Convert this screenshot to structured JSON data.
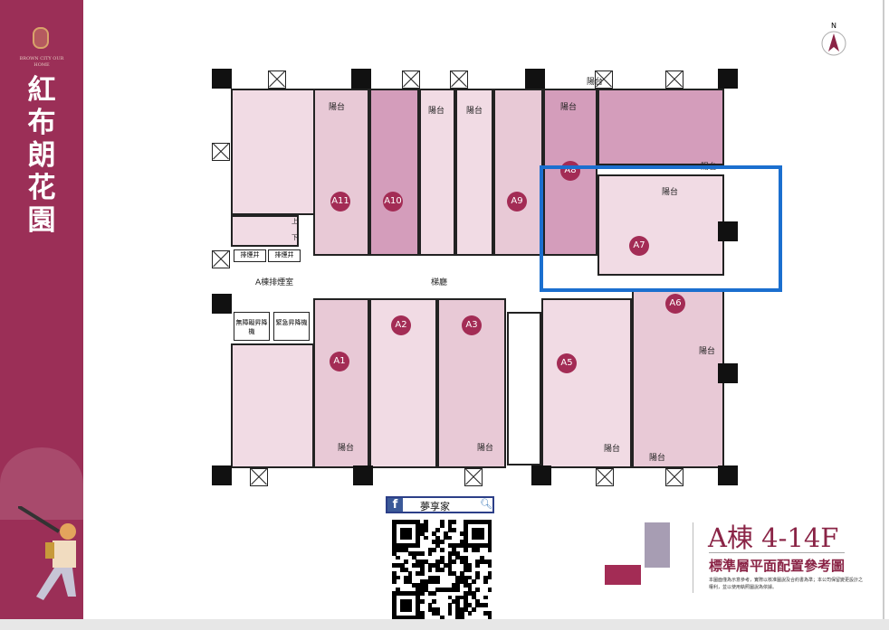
{
  "brand": {
    "name": "紅布朗花園",
    "name_chars": [
      "紅",
      "布",
      "朗",
      "花",
      "園"
    ],
    "logo_text": "BROWN CITY OUR HOME"
  },
  "compass": {
    "label": "N"
  },
  "plan": {
    "units": [
      "A1",
      "A2",
      "A3",
      "A5",
      "A6",
      "A7",
      "A8",
      "A9",
      "A10",
      "A11"
    ],
    "balcony_label": "陽台",
    "smoke_room": "A棟排煙室",
    "lobby": "梯廳",
    "smoke_shaft_1": "排煙井",
    "smoke_shaft_2": "排煙井",
    "accessible_elevator": "無障礙昇降機",
    "emergency_elevator": "緊急昇降機",
    "stair_up": "上",
    "stair_down": "下"
  },
  "highlight": {
    "unit": "A7",
    "color": "#1b6fcf"
  },
  "facebook": {
    "label": "夢享家",
    "icon": "facebook-icon",
    "search_icon": "search-icon"
  },
  "title": {
    "building": "A棟 4-14F",
    "subtitle": "標準層平面配置參考圖",
    "note": "本圖面僅為示意參考，實際以核准圖說及合約書為準；本公司保留變更設計之權利，並以使用執照圖說為依據。"
  },
  "colors": {
    "brand": "#9b2f57",
    "unit_badge": "#a32c55",
    "room": "#e8c9d6"
  }
}
